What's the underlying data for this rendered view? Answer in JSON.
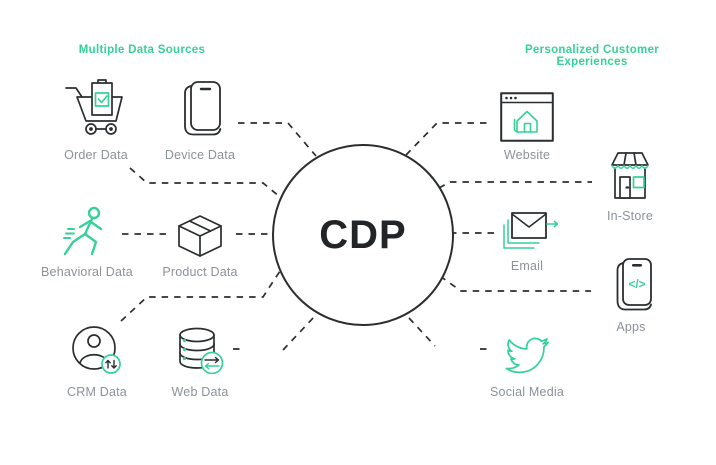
{
  "colors": {
    "accent_green": "#35d198",
    "line_dark": "#2b2e30",
    "label_gray": "#8b9298"
  },
  "center": {
    "label": "CDP"
  },
  "left": {
    "title": "Multiple Data Sources",
    "items": [
      {
        "label": "Order Data",
        "icon": "shopping-cart-icon"
      },
      {
        "label": "Device Data",
        "icon": "mobile-device-icon"
      },
      {
        "label": "Behavioral Data",
        "icon": "running-person-icon"
      },
      {
        "label": "Product Data",
        "icon": "box-icon"
      },
      {
        "label": "CRM Data",
        "icon": "user-circle-icon"
      },
      {
        "label": "Web Data",
        "icon": "database-icon"
      }
    ]
  },
  "right": {
    "title": "Personalized Customer Experiences",
    "items": [
      {
        "label": "Website",
        "icon": "browser-house-icon"
      },
      {
        "label": "In-Store",
        "icon": "storefront-icon"
      },
      {
        "label": "Email",
        "icon": "envelope-icon"
      },
      {
        "label": "Apps",
        "icon": "phone-code-icon",
        "code_glyph": "</>"
      },
      {
        "label": "Social Media",
        "icon": "twitter-bird-icon"
      }
    ]
  }
}
